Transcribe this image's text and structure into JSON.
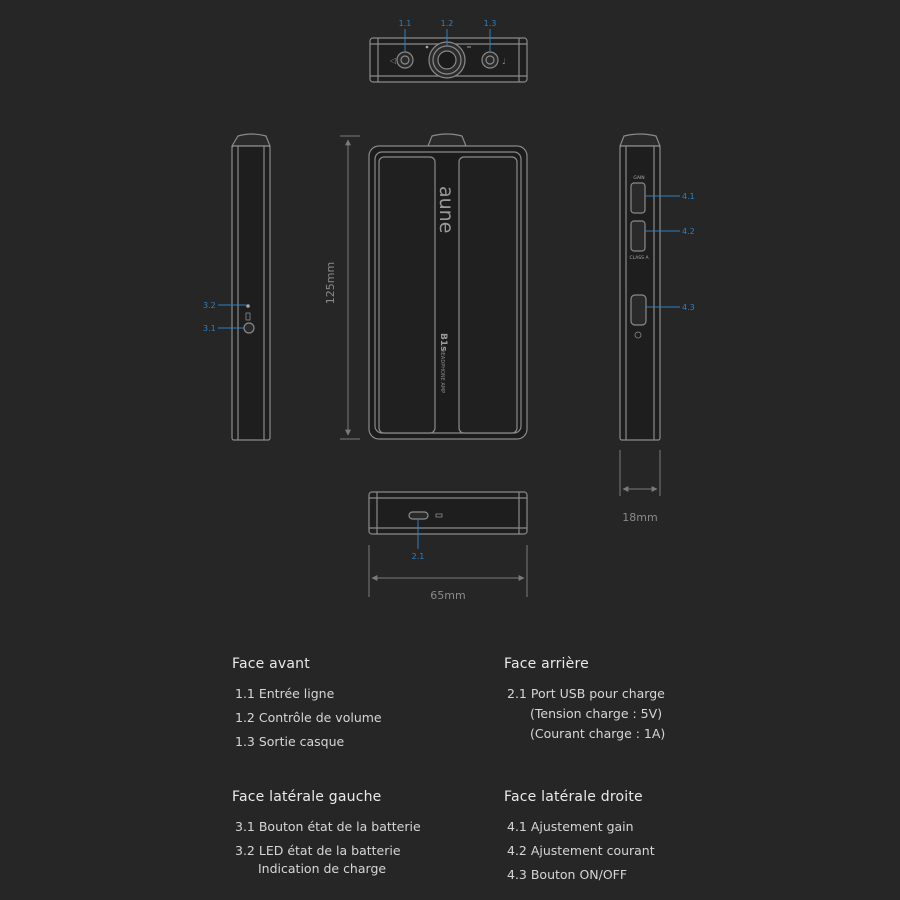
{
  "callouts": {
    "front": [
      "1.1",
      "1.2",
      "1.3"
    ],
    "left": [
      "3.2",
      "3.1"
    ],
    "right": [
      "4.1",
      "4.2",
      "4.3"
    ],
    "back": [
      "2.1"
    ]
  },
  "device_text": {
    "brand": "aune",
    "model": "B1s",
    "model_sub": "HEADPHONE AMP",
    "gain": "GAIN",
    "class_a": "CLASS A"
  },
  "dimensions": {
    "height": "125mm",
    "width": "65mm",
    "depth": "18mm"
  },
  "colors": {
    "background": "#262626",
    "device_stroke": "#8a8a8a",
    "callout": "#2f7fc1",
    "dimension": "#7a7a7a"
  },
  "legend": {
    "front": {
      "title": "Face avant",
      "items": [
        "1.1 Entrée ligne",
        "1.2 Contrôle de volume",
        "1.3 Sortie casque"
      ]
    },
    "back": {
      "title": "Face arrière",
      "items": [
        "2.1 Port USB pour charge",
        "(Tension charge : 5V)",
        "(Courant charge : 1A)"
      ]
    },
    "left": {
      "title": "Face latérale gauche",
      "items": [
        "3.1 Bouton état de la batterie",
        "3.2 LED état de la batterie",
        "Indication de charge"
      ]
    },
    "right": {
      "title": "Face latérale droite",
      "items": [
        "4.1 Ajustement gain",
        "4.2 Ajustement courant",
        "4.3 Bouton ON/OFF"
      ]
    }
  }
}
